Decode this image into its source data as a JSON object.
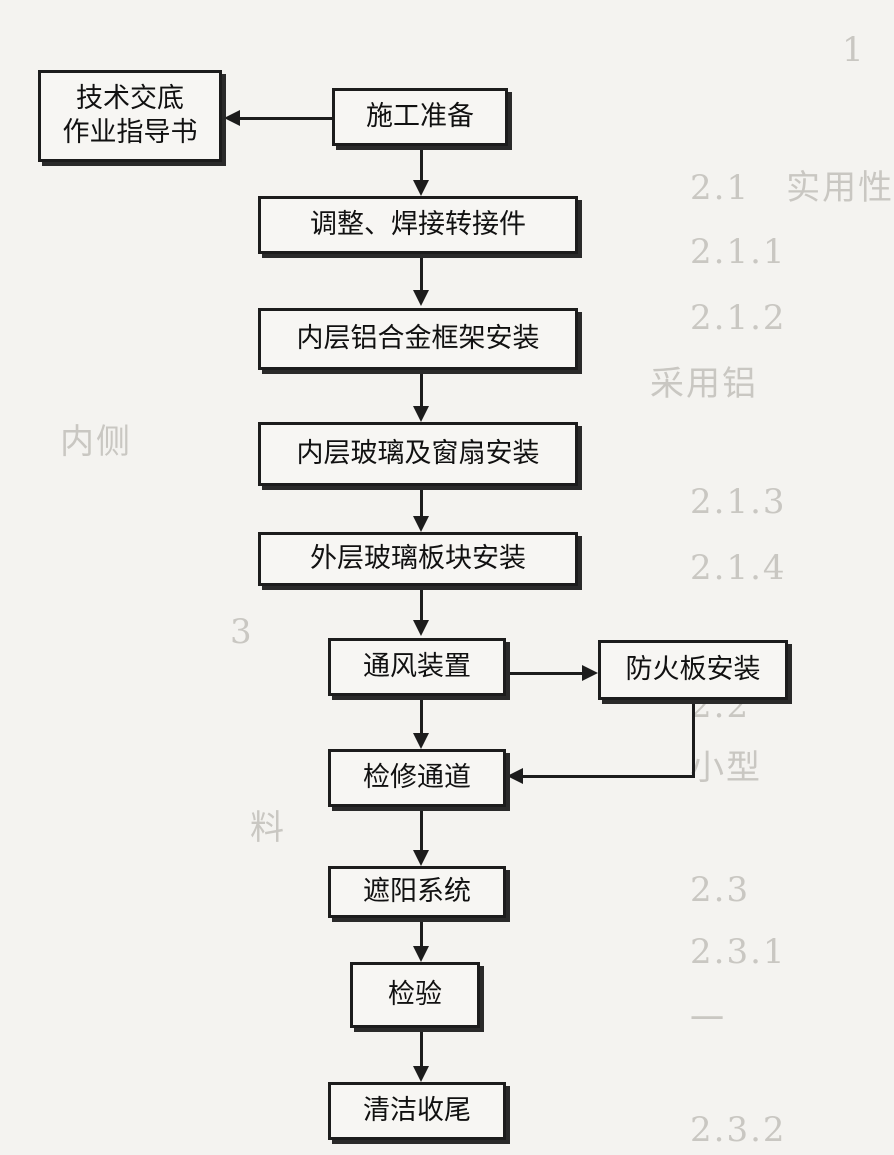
{
  "diagram": {
    "nodes": {
      "jishu": "技术交底\n作业指导书",
      "shigong": "施工准备",
      "tiaozheng": "调整、焊接转接件",
      "neiceng_kuangjia": "内层铝合金框架安装",
      "neiceng_boli": "内层玻璃及窗扇安装",
      "waiceng_boli": "外层玻璃板块安装",
      "tongfeng": "通风装置",
      "fanghuo": "防火板安装",
      "jianxiu": "检修通道",
      "zheyang": "遮阳系统",
      "jianyan": "检验",
      "qingjie": "清洁收尾"
    }
  },
  "background_text": {
    "top_mark": "1",
    "line1": "2.1　实用性",
    "line2": "2.1.1　",
    "line3": "2.1.2　",
    "line4": "采用铝",
    "line5": "内侧",
    "line6": "2.1.3",
    "line7": "2.1.4",
    "line8": "3",
    "line9": "2.2",
    "line10": "小型",
    "line11": "料",
    "line12": "2.3",
    "line13": "2.3.1",
    "line14": "一",
    "line15": "2.3.2"
  }
}
